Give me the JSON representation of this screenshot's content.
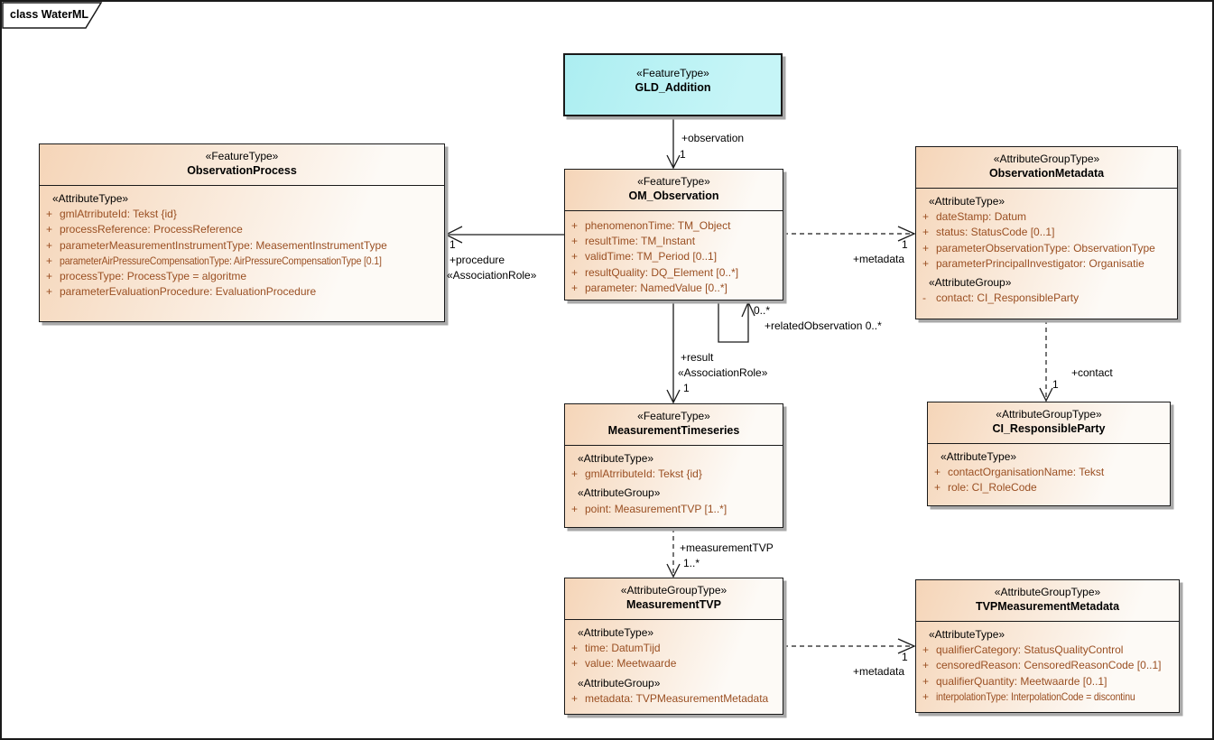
{
  "frame": {
    "title": "class WaterML"
  },
  "colors": {
    "border": "#1a1a1a",
    "shadow": "#a9a9a9",
    "attr": "#9a4f22",
    "fill_a": "#f5d5b8",
    "fill_b": "#fdfaf6",
    "feature": "#b2eff3"
  },
  "classes": {
    "gld": {
      "stereotype": "«FeatureType»",
      "name": "GLD_Addition"
    },
    "om": {
      "stereotype": "«FeatureType»",
      "name": "OM_Observation",
      "attrs": [
        {
          "vis": "+",
          "text": "phenomenonTime: TM_Object"
        },
        {
          "vis": "+",
          "text": "resultTime: TM_Instant"
        },
        {
          "vis": "+",
          "text": "validTime: TM_Period [0..1]"
        },
        {
          "vis": "+",
          "text": "resultQuality: DQ_Element [0..*]"
        },
        {
          "vis": "+",
          "text": "parameter: NamedValue [0..*]"
        }
      ]
    },
    "obsproc": {
      "stereotype": "«FeatureType»",
      "name": "ObservationProcess",
      "section1": "«AttributeType»",
      "attrs": [
        {
          "vis": "+",
          "text": "gmlAtrributeId: Tekst {id}"
        },
        {
          "vis": "+",
          "text": "processReference: ProcessReference"
        },
        {
          "vis": "+",
          "text": "parameterMeasurementInstrumentType: MeasementInstrumentType"
        },
        {
          "vis": "+",
          "text": "parameterAirPressureCompensationType: AirPressureCompensationType [0.1]"
        },
        {
          "vis": "+",
          "text": "processType: ProcessType = algoritme"
        },
        {
          "vis": "+",
          "text": "parameterEvaluationProcedure: EvaluationProcedure"
        }
      ]
    },
    "obsmeta": {
      "stereotype": "«AttributeGroupType»",
      "name": "ObservationMetadata",
      "section1": "«AttributeType»",
      "attrs1": [
        {
          "vis": "+",
          "text": "dateStamp: Datum"
        },
        {
          "vis": "+",
          "text": "status: StatusCode [0..1]"
        },
        {
          "vis": "+",
          "text": "parameterObservationType: ObservationType"
        },
        {
          "vis": "+",
          "text": "parameterPrincipalInvestigator: Organisatie"
        }
      ],
      "section2": "«AttributeGroup»",
      "attrs2": [
        {
          "vis": "-",
          "text": "contact: CI_ResponsibleParty"
        }
      ]
    },
    "mts": {
      "stereotype": "«FeatureType»",
      "name": "MeasurementTimeseries",
      "section1": "«AttributeType»",
      "attrs1": [
        {
          "vis": "+",
          "text": "gmlAtrributeId: Tekst {id}"
        }
      ],
      "section2": "«AttributeGroup»",
      "attrs2": [
        {
          "vis": "+",
          "text": "point: MeasurementTVP [1..*]"
        }
      ]
    },
    "cirp": {
      "stereotype": "«AttributeGroupType»",
      "name": "CI_ResponsibleParty",
      "section1": "«AttributeType»",
      "attrs1": [
        {
          "vis": "+",
          "text": "contactOrganisationName: Tekst"
        },
        {
          "vis": "+",
          "text": "role: CI_RoleCode"
        }
      ]
    },
    "mtvp": {
      "stereotype": "«AttributeGroupType»",
      "name": "MeasurementTVP",
      "section1": "«AttributeType»",
      "attrs1": [
        {
          "vis": "+",
          "text": "time: DatumTijd"
        },
        {
          "vis": "+",
          "text": "value: Meetwaarde"
        }
      ],
      "section2": "«AttributeGroup»",
      "attrs2": [
        {
          "vis": "+",
          "text": "metadata: TVPMeasurementMetadata"
        }
      ]
    },
    "tvpmm": {
      "stereotype": "«AttributeGroupType»",
      "name": "TVPMeasurementMetadata",
      "section1": "«AttributeType»",
      "attrs1": [
        {
          "vis": "+",
          "text": "qualifierCategory: StatusQualityControl"
        },
        {
          "vis": "+",
          "text": "censoredReason: CensoredReasonCode [0..1]"
        },
        {
          "vis": "+",
          "text": "qualifierQuantity: Meetwaarde [0..1]"
        },
        {
          "vis": "+",
          "text": "interpolationType: InterpolationCode = discontinu"
        }
      ]
    }
  },
  "connectors": {
    "observation": {
      "role": "+observation",
      "mult": "1"
    },
    "procedure": {
      "mult": "1",
      "role": "+procedure",
      "stereo": "«AssociationRole»"
    },
    "metadata_top": {
      "mult": "1",
      "role": "+metadata"
    },
    "related": {
      "mult": "0..*",
      "role": "+relatedObservation 0..*"
    },
    "result": {
      "role": "+result",
      "stereo": "«AssociationRole»",
      "mult": "1"
    },
    "contact": {
      "role": "+contact",
      "mult": "1"
    },
    "measurement_tvp": {
      "role": "+measurementTVP",
      "mult": "1..*"
    },
    "metadata_bottom": {
      "mult": "1",
      "role": "+metadata"
    }
  }
}
